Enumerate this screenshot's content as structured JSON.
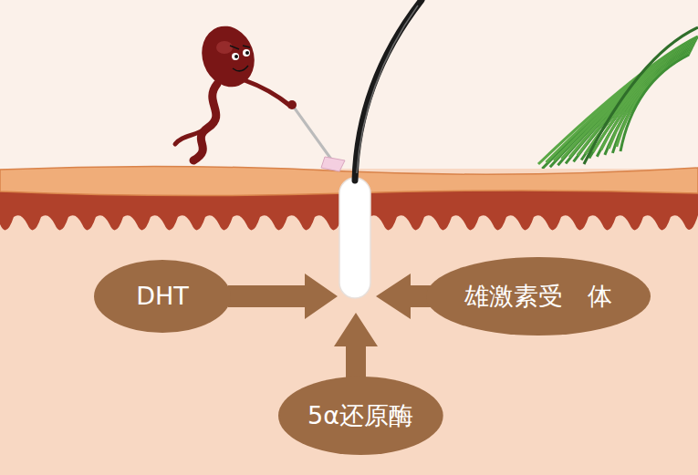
{
  "diagram": {
    "nodes": [
      {
        "text": [
          "DHT"
        ]
      },
      {
        "text": [
          "雄激素受　体"
        ]
      },
      {
        "text": [
          "5α还原酶"
        ]
      }
    ]
  }
}
